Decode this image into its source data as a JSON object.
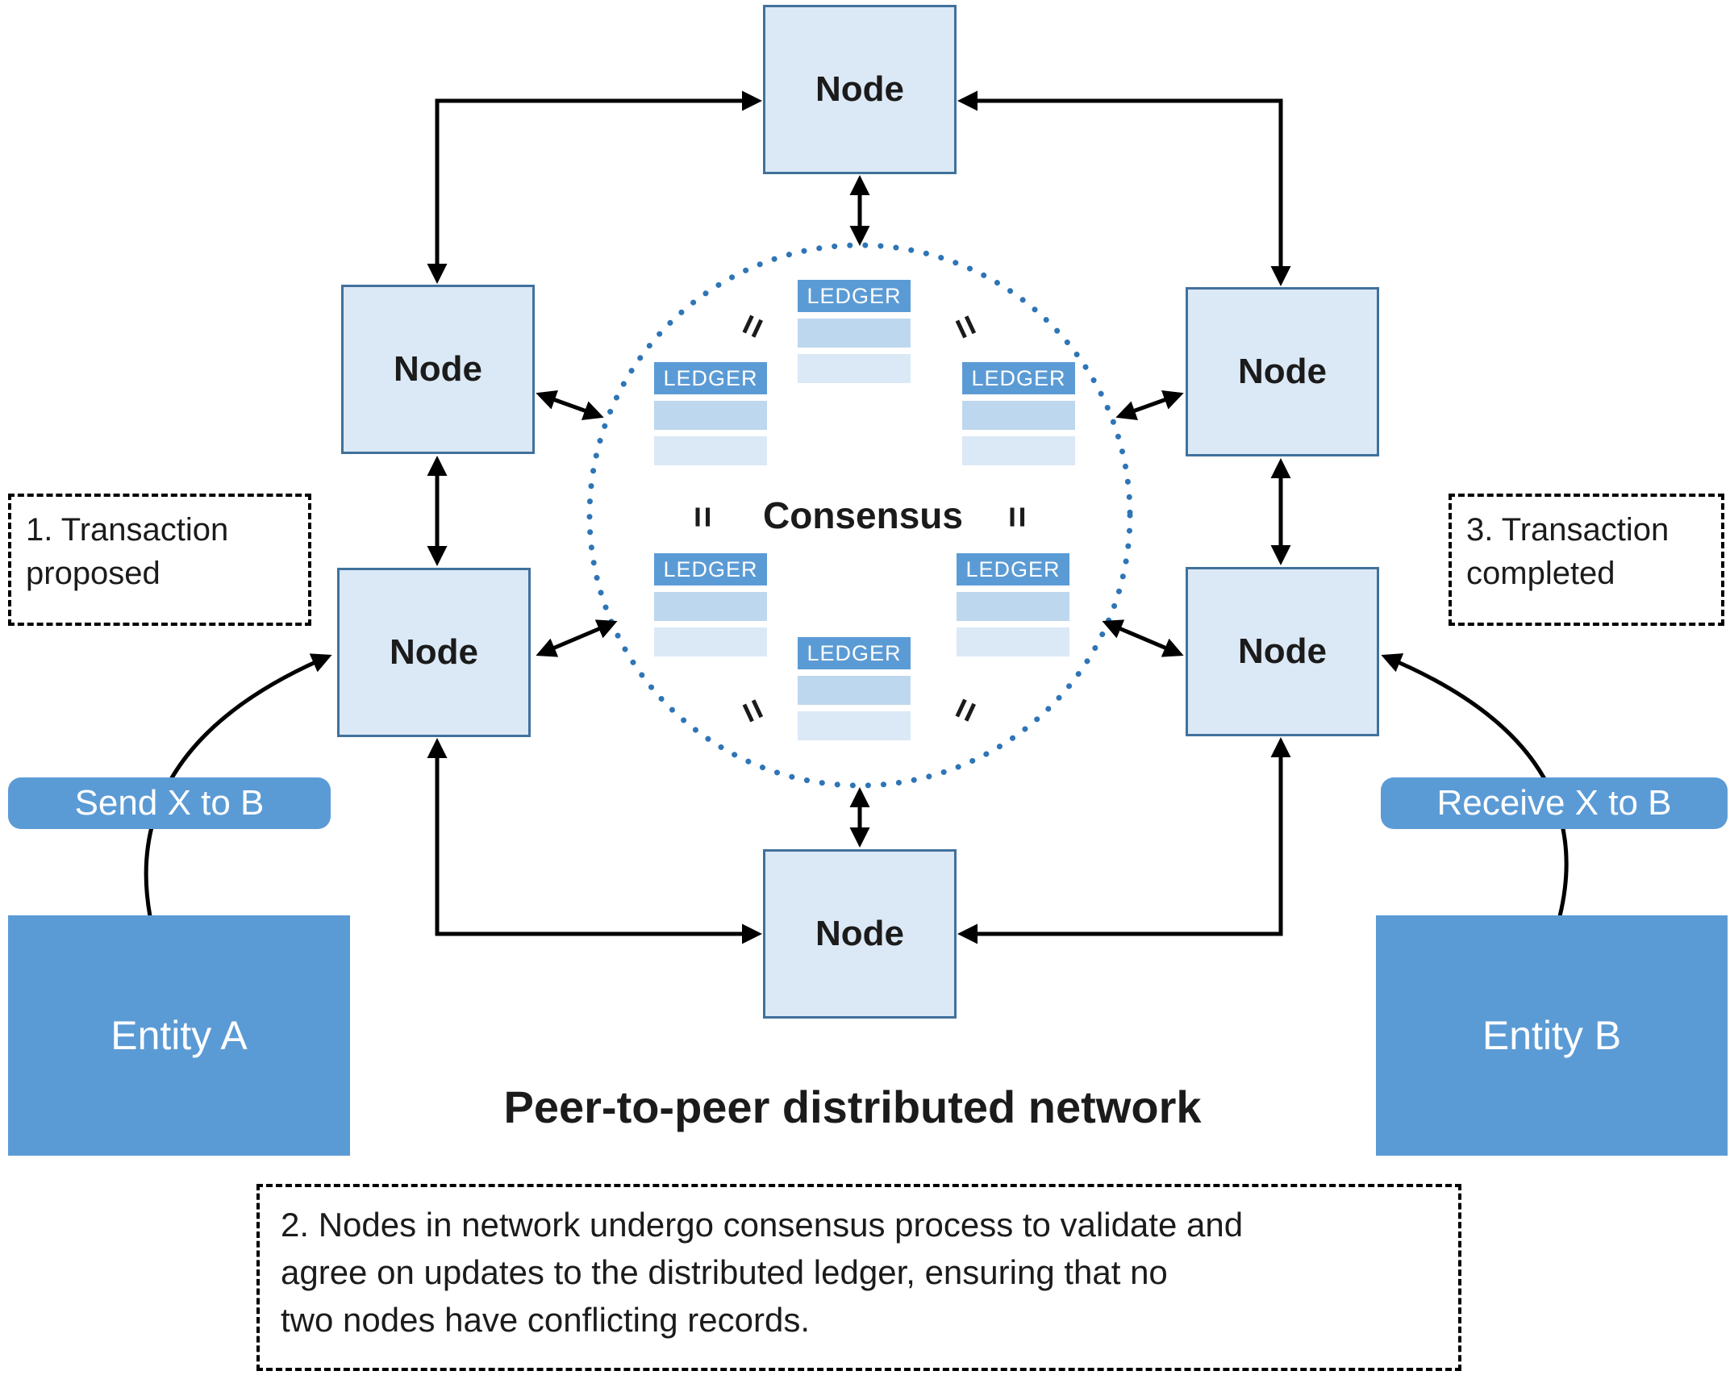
{
  "diagram": {
    "title": "Peer-to-peer distributed network",
    "node_label": "Node",
    "ledger_label": "LEDGER",
    "consensus": {
      "label": "Consensus",
      "equals_symbol": "="
    },
    "steps": {
      "step1": "1. Transaction\nproposed",
      "step2": "2. Nodes in network undergo consensus process to validate and\nagree on updates to the distributed ledger, ensuring that no\ntwo nodes have conflicting records.",
      "step3": "3. Transaction\ncompleted"
    },
    "transaction_labels": {
      "send": "Send X to B",
      "receive": "Receive X to B"
    },
    "entities": {
      "a": "Entity A",
      "b": "Entity B"
    },
    "colors": {
      "node_fill": "#dbe8f6",
      "node_border": "#41719c",
      "entity_fill": "#5b9bd5",
      "pill_fill": "#5b9bd5",
      "ledger_header_fill": "#5b9bd5",
      "ledger_row_fill": "#bdd7ee",
      "ledger_row_alt_fill": "#dbe8f6",
      "consensus_circle": "#2e75b6",
      "arrow": "#000000"
    }
  }
}
